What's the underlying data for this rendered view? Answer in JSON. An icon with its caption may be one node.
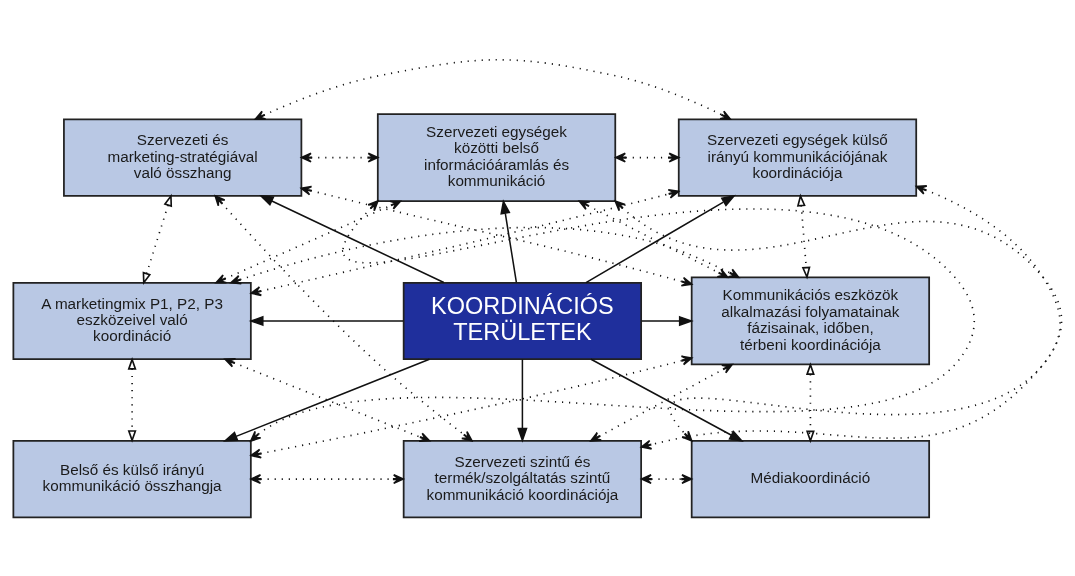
{
  "diagram": {
    "nodes": [
      {
        "text": [
          "Szervezeti és marketing-stratégiával való összhang"
        ]
      },
      {
        "text": [
          "Szervezeti egységek közötti belső információáramlás és kommunikáció"
        ]
      },
      {
        "text": [
          "Szervezeti egységek külső irányú kommunikációjának koordinációja"
        ]
      },
      {
        "text": [
          "A marketingmix P1, P2, P3 eszközeivel való koordináció"
        ]
      },
      {
        "text": [
          "KOORDINÁCIÓS TERÜLETEK"
        ]
      },
      {
        "text": [
          "Kommunikációs eszközök alkalmazási folyamatainak fázisainak, időben, térbeni koordinációja"
        ]
      },
      {
        "text": [
          "Belső és külső irányú kommunikáció összhangja"
        ]
      },
      {
        "text": [
          "Szervezeti szintű és termék/szolgáltatás szintű kommunikáció koordinációja"
        ]
      },
      {
        "text": [
          "Médiakoordináció"
        ]
      }
    ],
    "edges": [
      {
        "from": 4,
        "to": 0,
        "arrow": "to"
      },
      {
        "from": 4,
        "to": 1,
        "arrow": "to"
      },
      {
        "from": 4,
        "to": 2,
        "arrow": "to"
      },
      {
        "from": 4,
        "to": 3,
        "arrow": "to"
      },
      {
        "from": 4,
        "to": 5,
        "arrow": "to"
      },
      {
        "from": 4,
        "to": 6,
        "arrow": "to"
      },
      {
        "from": 4,
        "to": 7,
        "arrow": "to"
      },
      {
        "from": 4,
        "to": 8,
        "arrow": "to"
      },
      {
        "from": 0,
        "to": 3,
        "arrow": "both",
        "style": "dashed"
      },
      {
        "from": 3,
        "to": 6,
        "arrow": "both",
        "style": "dashed"
      },
      {
        "from": 2,
        "to": 5,
        "arrow": "both",
        "style": "dashed"
      },
      {
        "from": 5,
        "to": 8,
        "arrow": "both",
        "style": "dashed"
      },
      {
        "from": 0,
        "to": 1,
        "arrow": "both",
        "style": "dashed"
      },
      {
        "from": 1,
        "to": 2,
        "arrow": "both",
        "style": "dashed"
      },
      {
        "from": 0,
        "to": 2,
        "arrow": "both",
        "style": "dashed"
      },
      {
        "from": 0,
        "to": 5,
        "arrow": "both",
        "style": "dashed"
      },
      {
        "from": 0,
        "to": 7,
        "arrow": "both",
        "style": "dashed"
      },
      {
        "from": 3,
        "to": 1,
        "arrow": "both",
        "style": "dashed"
      },
      {
        "from": 3,
        "to": 2,
        "arrow": "both",
        "style": "dashed"
      },
      {
        "from": 3,
        "to": 5,
        "arrow": "both",
        "style": "dashed"
      },
      {
        "from": 3,
        "to": 7,
        "arrow": "both",
        "style": "dashed"
      },
      {
        "from": 1,
        "to": 6,
        "arrow": "both",
        "style": "dashed"
      },
      {
        "from": 1,
        "to": 8,
        "arrow": "both",
        "style": "dashed"
      },
      {
        "from": 1,
        "to": 5,
        "arrow": "both",
        "style": "dashed"
      },
      {
        "from": 2,
        "to": 7,
        "arrow": "both",
        "style": "dashed"
      },
      {
        "from": 6,
        "to": 5,
        "arrow": "both",
        "style": "dashed"
      },
      {
        "from": 7,
        "to": 5,
        "arrow": "both",
        "style": "dashed"
      },
      {
        "from": 6,
        "to": 7,
        "arrow": "both",
        "style": "dashed"
      },
      {
        "from": 7,
        "to": 8,
        "arrow": "both",
        "style": "dashed"
      }
    ]
  }
}
